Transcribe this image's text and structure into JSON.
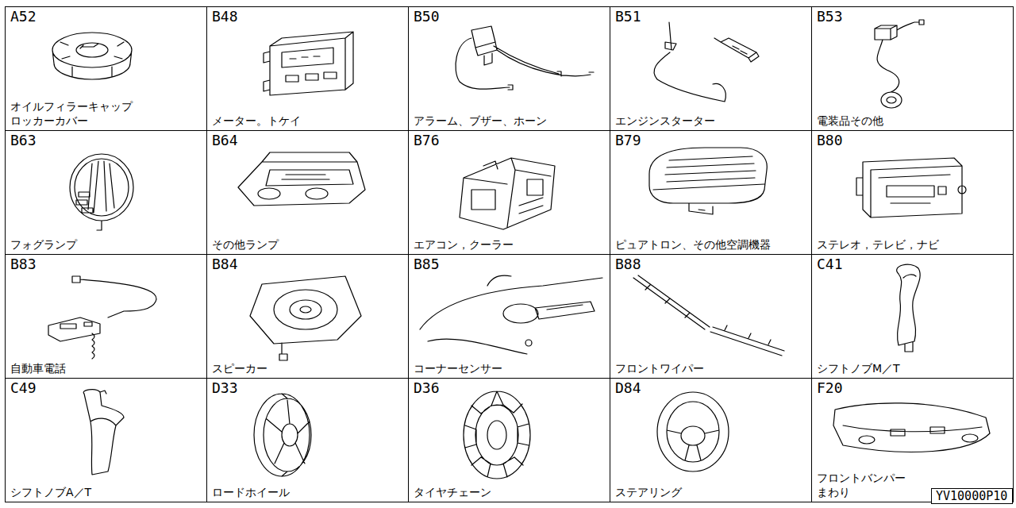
{
  "diagram": {
    "nodes": [
      {
        "text": [
          "A52",
          "オイルフィラーキャップ ロッカーカバー"
        ]
      },
      {
        "text": [
          "B48",
          "メーター。トケイ"
        ]
      },
      {
        "text": [
          "B50",
          "アラーム、ブザー、ホーン"
        ]
      },
      {
        "text": [
          "B51",
          "エンジンスターター"
        ]
      },
      {
        "text": [
          "B53",
          "電装品その他"
        ]
      },
      {
        "text": [
          "B63",
          "フォグランプ"
        ]
      },
      {
        "text": [
          "B64",
          "その他ランプ"
        ]
      },
      {
        "text": [
          "B76",
          "エアコン，クーラー"
        ]
      },
      {
        "text": [
          "B79",
          "ピュアトロン、その他空調機器"
        ]
      },
      {
        "text": [
          "B80",
          "ステレオ，テレビ，ナビ"
        ]
      },
      {
        "text": [
          "B83",
          "自動車電話"
        ]
      },
      {
        "text": [
          "B84",
          "スピーカー"
        ]
      },
      {
        "text": [
          "B85",
          "コーナーセンサー"
        ]
      },
      {
        "text": [
          "B88",
          "フロントワイパー"
        ]
      },
      {
        "text": [
          "C41",
          "シフトノブM／T"
        ]
      },
      {
        "text": [
          "C49",
          "シフトノブA／T"
        ]
      },
      {
        "text": [
          "D33",
          "ロードホイール"
        ]
      },
      {
        "text": [
          "D36",
          "タイヤチェーン"
        ]
      },
      {
        "text": [
          "D84",
          "ステアリング"
        ]
      },
      {
        "text": [
          "F20",
          "フロントバンパー まわり"
        ]
      },
      {
        "text": [
          "YV10000P10"
        ]
      }
    ]
  }
}
